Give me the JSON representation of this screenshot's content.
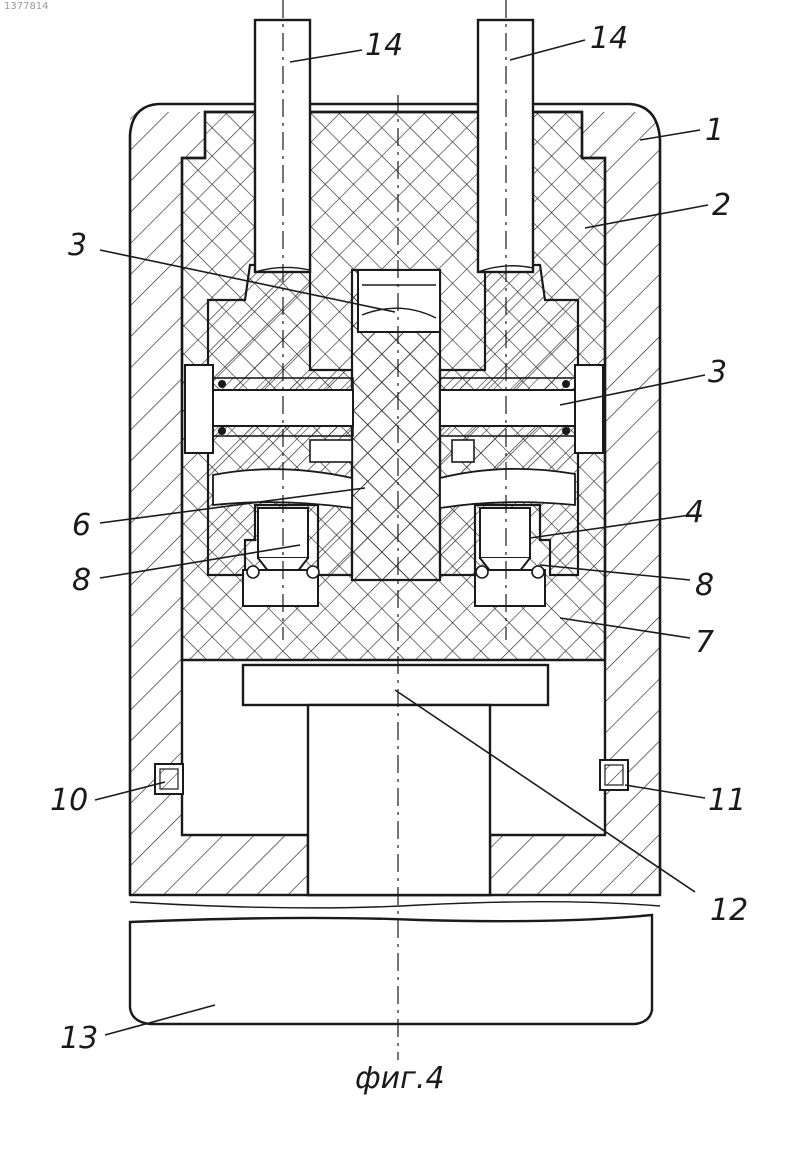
{
  "figure": {
    "caption": "фиг.4",
    "corner_mark": "1377814"
  },
  "labels": [
    {
      "id": "lbl-14-left",
      "text": "14"
    },
    {
      "id": "lbl-14-right",
      "text": "14"
    },
    {
      "id": "lbl-1",
      "text": "1"
    },
    {
      "id": "lbl-2",
      "text": "2"
    },
    {
      "id": "lbl-3-left",
      "text": "3"
    },
    {
      "id": "lbl-3-right",
      "text": "3"
    },
    {
      "id": "lbl-4",
      "text": "4"
    },
    {
      "id": "lbl-6",
      "text": "6"
    },
    {
      "id": "lbl-8-left",
      "text": "8"
    },
    {
      "id": "lbl-8-right",
      "text": "8"
    },
    {
      "id": "lbl-7",
      "text": "7"
    },
    {
      "id": "lbl-10",
      "text": "10"
    },
    {
      "id": "lbl-11",
      "text": "11"
    },
    {
      "id": "lbl-12",
      "text": "12"
    },
    {
      "id": "lbl-13",
      "text": "13"
    }
  ]
}
